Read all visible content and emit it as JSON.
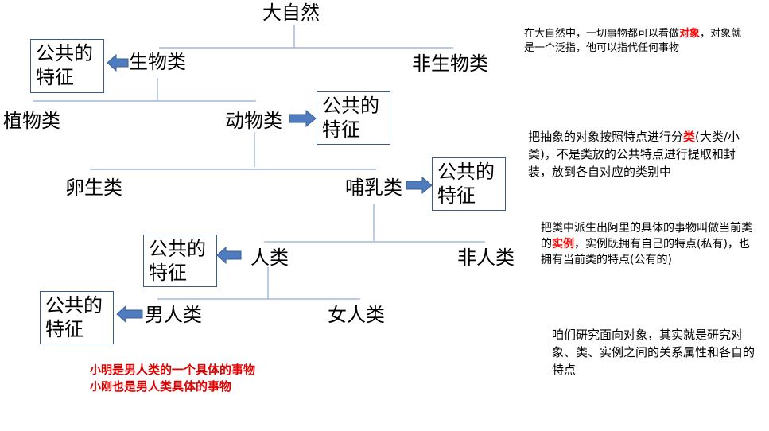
{
  "tree": {
    "root": "大自然",
    "level1": {
      "left": "生物类",
      "right": "非生物类"
    },
    "level2": {
      "left": "植物类",
      "right": "动物类"
    },
    "level3": {
      "left": "卵生类",
      "right": "哺乳类"
    },
    "level4": {
      "left": "人类",
      "right": "非人类"
    },
    "level5": {
      "left": "男人类",
      "right": "女人类"
    },
    "feature_box_line1": "公共的",
    "feature_box_line2": "特征"
  },
  "notes": {
    "n1_a": "在大自然中，一切事物都可以看做",
    "n1_hl": "对象",
    "n1_b": "，对象就是一个泛指，他可以指代任何事物",
    "n2_a": "把抽象的对象按照特点进行分",
    "n2_hl": "类",
    "n2_b": "(大类/小类)，不是类放的公共特点进行提取和封装，放到各自对应的类别中",
    "n3_a": "把类中派生出阿里的具体的事物叫做当前类的",
    "n3_hl": "实例",
    "n3_b": "，实例既拥有自己的特点(私有)，也拥有当前类的特点(公有的)",
    "n4": "咱们研究面向对象，其实就是研究对象、类、实例之间的关系属性和各自的特点"
  },
  "examples": {
    "line1_name": "小明",
    "line1_rest": "是男人类的一个具体的事物",
    "line2_name": "小刚",
    "line2_rest": "也是男人类具体的事物"
  },
  "colors": {
    "arrow": "#4f7bbf",
    "arrow_border": "#3a5f94",
    "line": "#7f9ccf",
    "highlight": "#ff0000"
  }
}
